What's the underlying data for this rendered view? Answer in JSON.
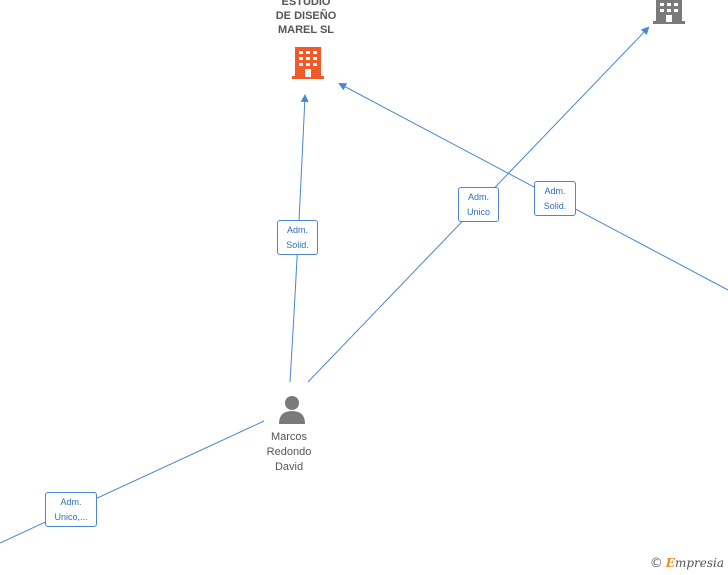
{
  "colors": {
    "edge": "#4a86d1",
    "company_main": "#f05a28",
    "company_other": "#7a7a7a",
    "person": "#7a7a7a"
  },
  "nodes": {
    "company_main": {
      "label_lines": [
        "ESTUDIO",
        "DE DISEÑO",
        "MAREL SL"
      ],
      "icon": "building-icon"
    },
    "company_top_right": {
      "icon": "building-icon"
    },
    "person_main": {
      "label_lines": [
        "Marcos",
        "Redondo",
        "David"
      ],
      "icon": "person-icon"
    }
  },
  "edge_labels": {
    "person_to_company_main": [
      "Adm.",
      "Solid."
    ],
    "person_to_company_top_right": [
      "Adm.",
      "Unico"
    ],
    "right_to_company_main": [
      "Adm.",
      "Solid."
    ],
    "bottom_left_to_person": [
      "Adm.",
      "Unico,..."
    ]
  },
  "footer": {
    "copyright": "©",
    "brand_first": "E",
    "brand_rest": "mpresia"
  }
}
